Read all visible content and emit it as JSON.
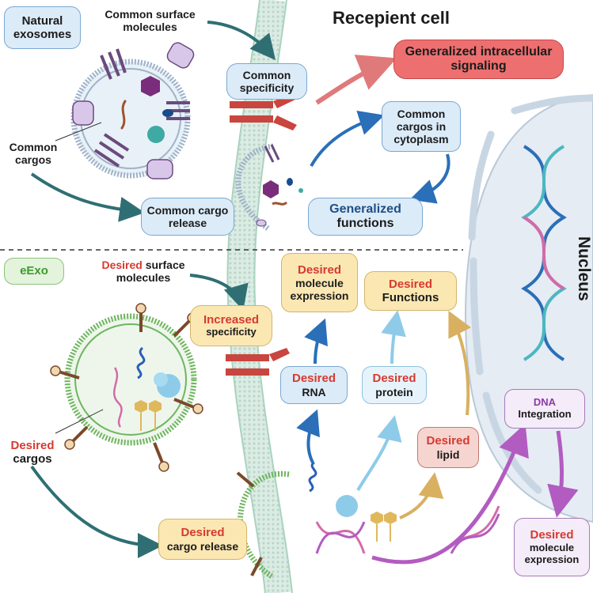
{
  "labels": {
    "natural_exosomes": "Natural exosomes",
    "common_surface_molecules": "Common surface molecules",
    "common_cargos": "Common cargos",
    "common_specificity": "Common specificity",
    "recipient_cell": "Recepient cell",
    "generalized_signaling": "Generalized intracellular signaling",
    "common_cargos_cytoplasm": "Common cargos in cytoplasm",
    "common_cargo_release": "Common cargo release",
    "generalized": "Generalized",
    "functions": "functions",
    "nucleus": "Nucleus",
    "eexo": "eExo",
    "desired": "Desired",
    "surface_molecules": "surface molecules",
    "increased": "Increased",
    "specificity": "specificity",
    "cargos": "cargos",
    "molecule_expression": "molecule expression",
    "functions_cap": "Functions",
    "rna": "RNA",
    "protein": "protein",
    "lipid": "lipid",
    "dna": "DNA",
    "integration": "Integration",
    "cargo_release": "cargo release"
  },
  "colors": {
    "accent_red": "#d63a2f",
    "accent_blue": "#1f4f85",
    "accent_purple": "#8e3aa5",
    "membrane_blue": "#9fb2c8",
    "membrane_green": "#6fb55f",
    "receptor": "#c9453f",
    "surface_protein": "#6b4a7d",
    "nucleus_fill": "#e5ecf3"
  }
}
